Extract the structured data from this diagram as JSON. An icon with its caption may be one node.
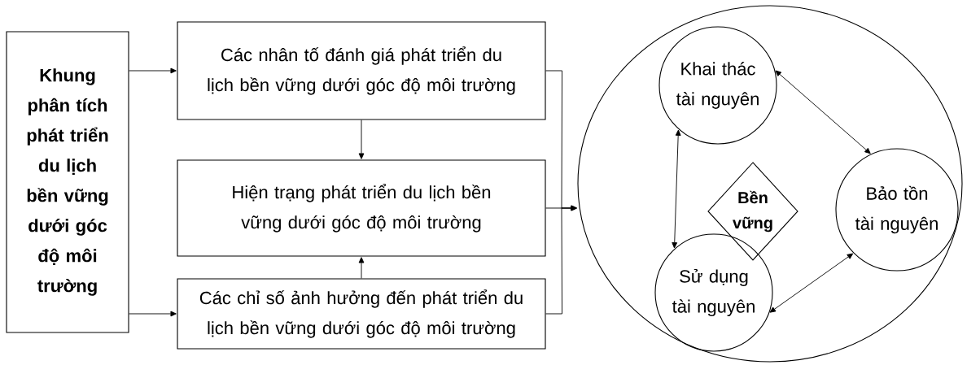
{
  "diagram": {
    "nodes": [
      {
        "text": [
          "Khung phân tích phát triển du lịch bền vững dưới góc độ môi trường"
        ]
      },
      {
        "text": [
          "Các nhân tố đánh giá phát triển du lịch bền vững dưới góc độ môi trường"
        ]
      },
      {
        "text": [
          "Hiện trạng phát triển du lịch bền vững dưới góc độ môi trường"
        ]
      },
      {
        "text": [
          "Các chỉ số ảnh hưởng đến phát triển du lịch bền vững dưới góc độ môi trường"
        ]
      },
      {
        "text": [],
        "shape": "circle"
      },
      {
        "text": [
          "Khai thác tài nguyên"
        ],
        "in": 4
      },
      {
        "text": [
          "Bền vững"
        ],
        "in": 4
      },
      {
        "text": [
          "Bảo tồn tài nguyên"
        ],
        "in": 4
      },
      {
        "text": [
          "Sử dụng tài nguyên"
        ],
        "in": 4
      }
    ],
    "edges": [
      {
        "from": 0,
        "to": 1,
        "arrow": "to"
      },
      {
        "from": 0,
        "to": 3,
        "arrow": "to"
      },
      {
        "from": 1,
        "to": 2,
        "arrow": "to"
      },
      {
        "from": 3,
        "to": 2,
        "arrow": "to"
      },
      {
        "from": 1,
        "to": 4,
        "arrow": "to"
      },
      {
        "from": 2,
        "to": 4,
        "arrow": "to"
      },
      {
        "from": 3,
        "to": 4,
        "arrow": "to"
      },
      {
        "from": 5,
        "to": 7,
        "arrow": "both"
      },
      {
        "from": 5,
        "to": 8,
        "arrow": "both"
      },
      {
        "from": 8,
        "to": 7,
        "arrow": "both"
      }
    ]
  }
}
